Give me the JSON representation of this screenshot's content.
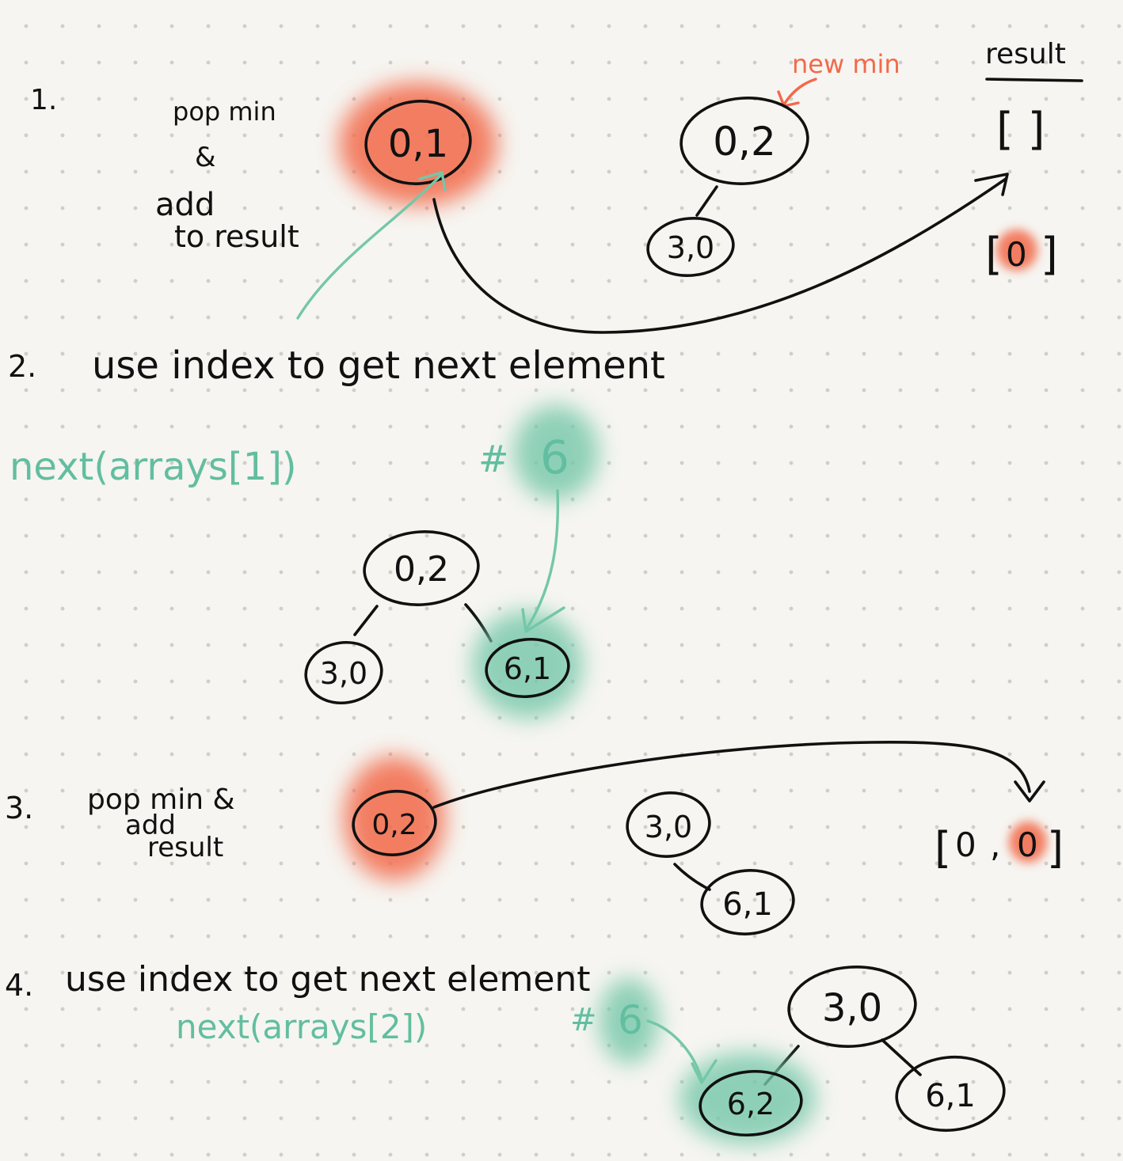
{
  "colors": {
    "ink": "#111111",
    "highlight_orange": "#f2694a",
    "highlight_teal": "#74c7a9",
    "background": "#f6f5f1"
  },
  "step1": {
    "number": "1.",
    "caption": [
      "pop min",
      "&",
      "add",
      "to result"
    ],
    "popped_node": "0,1",
    "new_min_label": "new min",
    "heap_root": "0,2",
    "heap_child": "3,0",
    "result_header": "result",
    "result_before": "[ ]",
    "result_after_open": "[",
    "result_after_value": "0",
    "result_after_close": "]"
  },
  "step2": {
    "number": "2.",
    "caption": "use index to get next element",
    "code": "next(arrays[1])",
    "comment_hash": "#",
    "comment_value": "6",
    "heap_root": "0,2",
    "heap_left": "3,0",
    "heap_right": "6,1"
  },
  "step3": {
    "number": "3.",
    "caption": [
      "pop min &",
      "add",
      "result"
    ],
    "popped_node": "0,2",
    "heap_root": "3,0",
    "heap_child": "6,1",
    "result_open": "[",
    "result_v1": "0",
    "result_sep": ",",
    "result_v2": "0",
    "result_close": "]"
  },
  "step4": {
    "number": "4.",
    "caption": "use index to get next element",
    "code": "next(arrays[2])",
    "comment_hash": "#",
    "comment_value": "6",
    "heap_root": "3,0",
    "heap_left": "6,2",
    "heap_right": "6,1"
  }
}
